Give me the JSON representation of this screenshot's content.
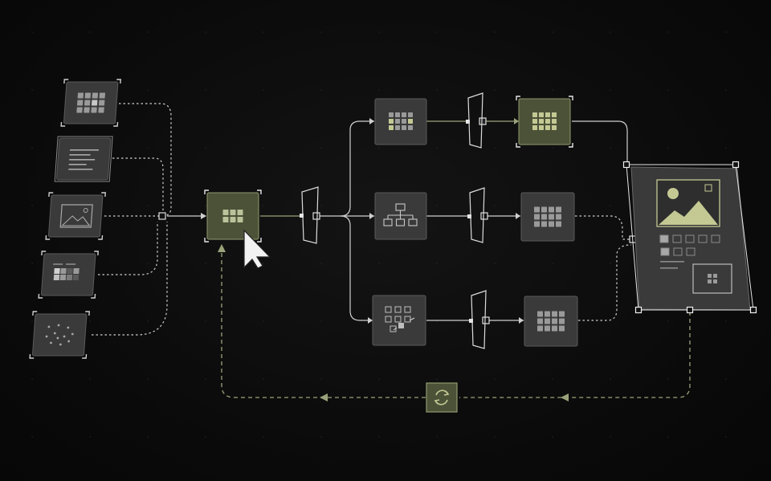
{
  "diagram": {
    "colors": {
      "background": "#0b0b0b",
      "tile": "#3a3a3a",
      "tile_border": "#5a5a5a",
      "accent": "#8f9a6e",
      "accent_dark": "#4b5238",
      "line": "#d8d8d8",
      "dashed_accent": "#9aa27a",
      "icon_light": "#a8a8a8"
    },
    "inputs": [
      {
        "id": "input-grid",
        "icon": "grid-icon"
      },
      {
        "id": "input-text",
        "icon": "text-lines-icon"
      },
      {
        "id": "input-image",
        "icon": "image-icon"
      },
      {
        "id": "input-layout",
        "icon": "layout-icon"
      },
      {
        "id": "input-scatter",
        "icon": "scatter-icon"
      }
    ],
    "hub": {
      "id": "selected-node",
      "icon": "grid-icon",
      "highlighted": true
    },
    "branches": [
      {
        "id": "branch-top",
        "left_icon": "grid-icon",
        "right_icon": "grid-icon",
        "right_highlighted": true
      },
      {
        "id": "branch-middle",
        "left_icon": "hierarchy-icon",
        "right_icon": "grid-icon",
        "right_highlighted": false
      },
      {
        "id": "branch-bottom",
        "left_icon": "scatter-icon",
        "right_icon": "grid-icon",
        "right_highlighted": false
      }
    ],
    "output": {
      "id": "output-panel",
      "icon": "image-icon"
    },
    "feedback": {
      "icon": "refresh-icon"
    }
  }
}
